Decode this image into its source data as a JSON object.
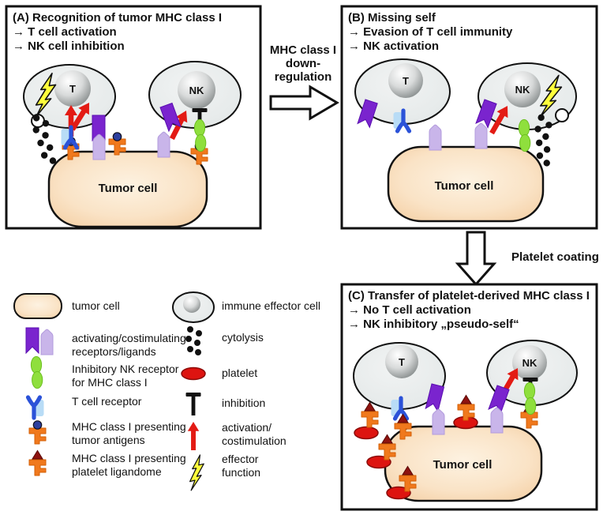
{
  "figure": {
    "description": "Platelet-derived MHC class I transfer to tumor cells diagram"
  },
  "panels": {
    "a": {
      "title": "(A) Recognition of tumor MHC class I",
      "bullet1": "→ T cell activation",
      "bullet2": "→ NK cell inhibition",
      "t_label": "T",
      "nk_label": "NK",
      "tumor_label": "Tumor cell"
    },
    "b": {
      "title": "(B) Missing self",
      "bullet1": "→ Evasion of T cell immunity",
      "bullet2": "→ NK activation",
      "t_label": "T",
      "nk_label": "NK",
      "tumor_label": "Tumor cell"
    },
    "c": {
      "title": "(C) Transfer of platelet-derived MHC class I",
      "bullet1": "→ No T cell activation",
      "bullet2": "→ NK inhibitory „pseudo-self“",
      "t_label": "T",
      "nk_label": "NK",
      "tumor_label": "Tumor cell"
    }
  },
  "transitions": {
    "a_to_b": {
      "line1": "MHC class I",
      "line2": "down-",
      "line3": "regulation"
    },
    "b_to_c": {
      "label": "Platelet coating"
    }
  },
  "legend": {
    "col1": [
      {
        "icon": "tumor-cell",
        "line1": "tumor cell",
        "line2": ""
      },
      {
        "icon": "activating-costimulating-receptors",
        "line1": "activating/costimulating",
        "line2": "receptors/ligands"
      },
      {
        "icon": "inhibitory-nk-receptor",
        "line1": "Inhibitory NK receptor",
        "line2": "for MHC class I"
      },
      {
        "icon": "t-cell-receptor",
        "line1": "T cell receptor",
        "line2": ""
      },
      {
        "icon": "mhc-class-i-tumor-antigens",
        "line1": "MHC class I presenting",
        "line2": "tumor antigens"
      },
      {
        "icon": "mhc-class-i-platelet-ligandome",
        "line1": "MHC class I presenting",
        "line2": "platelet ligandome"
      }
    ],
    "col2": [
      {
        "icon": "immune-effector-cell",
        "line1": "immune effector cell",
        "line2": ""
      },
      {
        "icon": "cytolysis",
        "line1": "cytolysis",
        "line2": ""
      },
      {
        "icon": "platelet",
        "line1": "platelet",
        "line2": ""
      },
      {
        "icon": "inhibition",
        "line1": "inhibition",
        "line2": ""
      },
      {
        "icon": "activation-costimulation-arrow",
        "line1": "activation/",
        "line2": "costimulation"
      },
      {
        "icon": "effector-function-bolt",
        "line1": "effector",
        "line2": "function"
      }
    ]
  },
  "colors": {
    "dark_purple": "#7a24ce",
    "light_purple": "#c9b5ea",
    "inhibitory_green": "#8fdf3d",
    "tcr_blue": "#2b52d8",
    "tcr_light_blue": "#b8dcf6",
    "mhc_orange": "#f0791d",
    "antigen_blue": "#2d3f9e",
    "ligandome_dark_red": "#8e1310",
    "platelet_red": "#dd1410",
    "activation_red": "#e31b14",
    "bolt_yellow": "#ffff3c",
    "immune_cell_gray": "#e7ebeb",
    "tumor_peach": "#fae3c6"
  }
}
